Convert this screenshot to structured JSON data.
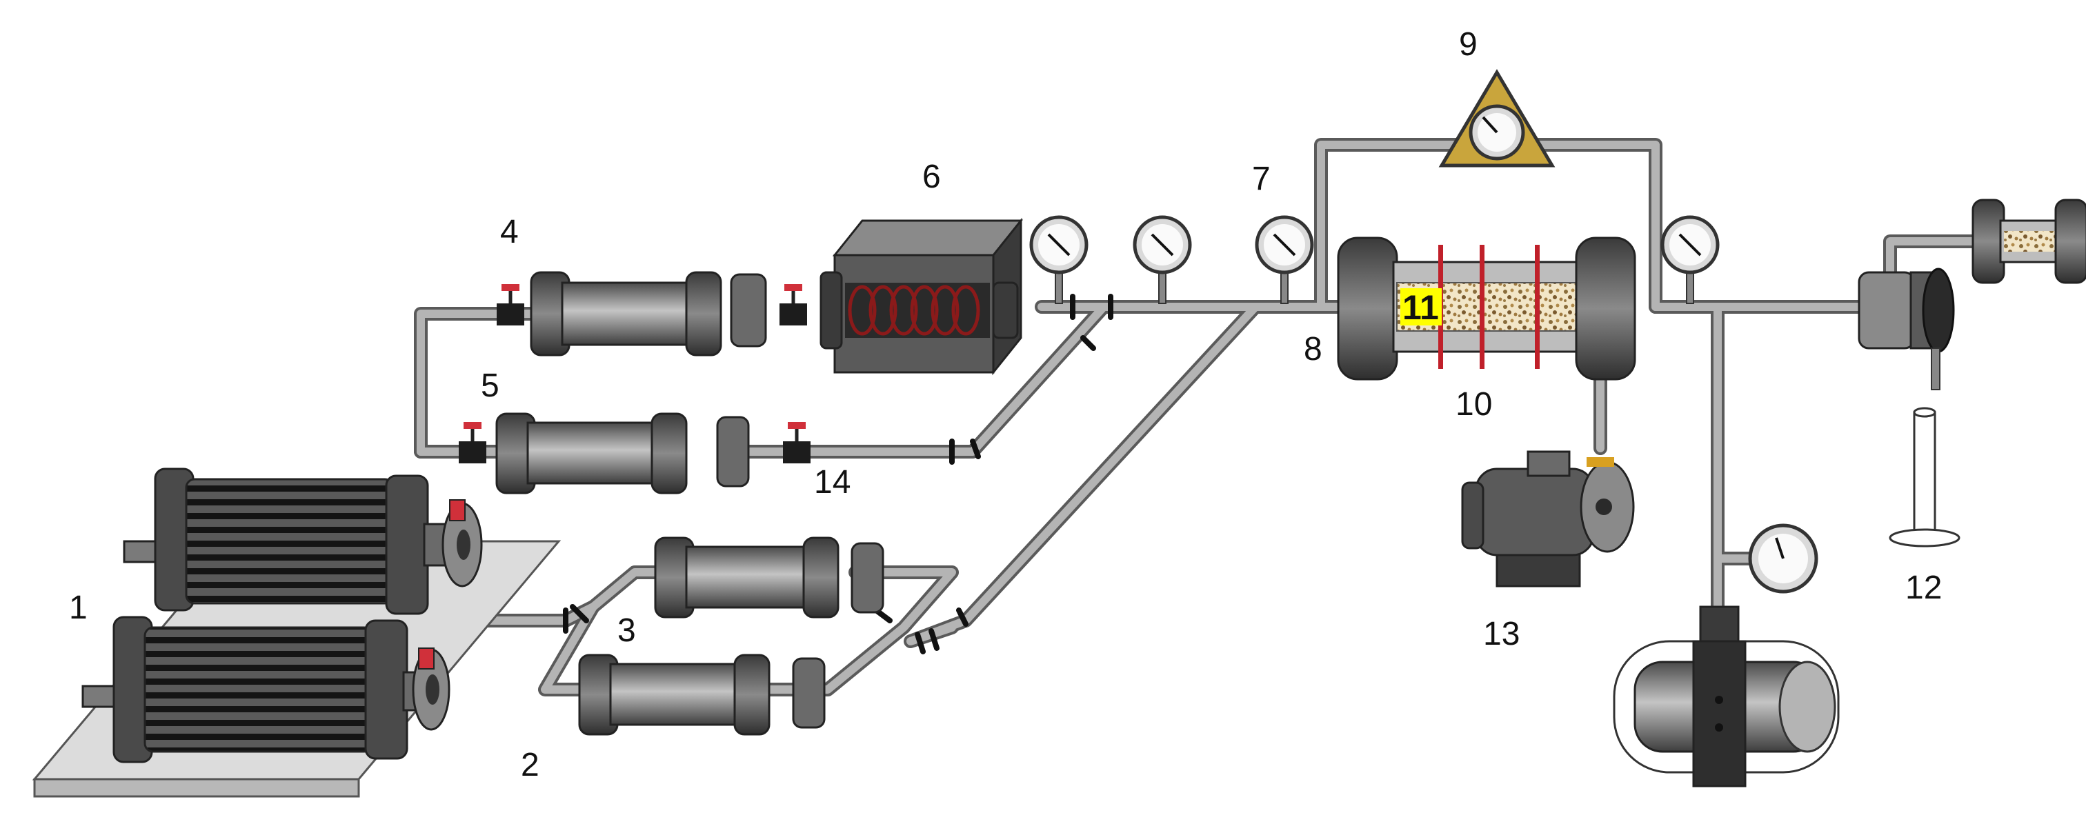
{
  "labels": {
    "l1": "1",
    "l2": "2",
    "l3": "3",
    "l4": "4",
    "l5": "5",
    "l6": "6",
    "l7": "7",
    "l8": "8",
    "l9": "9",
    "l10": "10",
    "l11": "11",
    "l12": "12",
    "l13": "13",
    "l14": "14"
  },
  "colors": {
    "pipe": "#a8a8a8",
    "pipe_edge": "#5a5a5a",
    "cylinder_dark": "#5e5e5e",
    "cylinder_light": "#bdbdbd",
    "valve_handle": "#d0303a",
    "heating_coil": "#8b1a1a",
    "gauge_housing": "#c9a53c",
    "label_highlight": "#ffff00",
    "sand_pack": "#f2e6c8",
    "base_plate": "#dcdcdc"
  },
  "icons": [
    "pump-icon",
    "accumulator-icon",
    "valve-icon",
    "pressure-gauge-icon",
    "oven-icon",
    "core-holder-icon",
    "differential-pressure-gauge-icon",
    "back-pressure-regulator-icon",
    "graduated-cylinder-icon",
    "vacuum-pump-icon",
    "gas-cylinder-icon"
  ]
}
